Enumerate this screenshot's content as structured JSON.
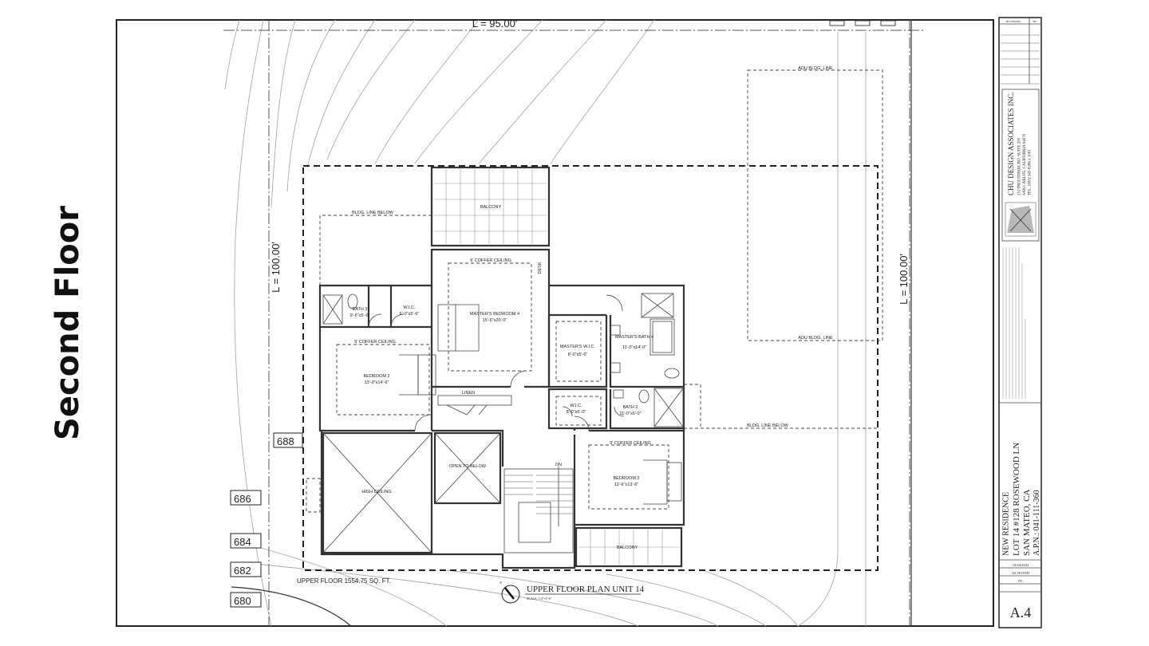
{
  "slide_title": "Second Floor",
  "plan": {
    "top_length": "L = 95.00'",
    "left_length": "L = 100.00'",
    "right_length": "L = 100.00'",
    "adu_line_top": "ADU BLDG. LINE",
    "adu_line_bottom": "ADU BLDG. LINE",
    "bldg_line_below_1": "BLDG. LINE BELOW",
    "bldg_line_below_2": "BLDG. LINE BELOW",
    "grades": [
      "688",
      "686",
      "684",
      "682",
      "680"
    ],
    "area_note": "UPPER FLOOR 1554.75 SQ. FT.",
    "title": "UPPER FLOOR PLAN UNIT 14",
    "scale": "SCALE: 1/4\"=1'-0\"",
    "north": "N",
    "rooms": {
      "balcony_top": "BALCONY",
      "coffer_master": "9' COFFER CEILING",
      "desk": "DESK",
      "master_bedroom": "MASTER'S BEDROOM 4",
      "master_bedroom_dim": "15'-6\"x20'-0\"",
      "bath3": "BATH 3",
      "bath3_dim": "9'-6\"x5'-6\"",
      "wic3": "W.I.C.",
      "wic3_dim": "6'-0\"x5'-6\"",
      "coffer_bed3": "9' COFFER CEILING",
      "bedroom3": "BEDROOM 3",
      "bedroom3_dim": "13'-0\"x14'-6\"",
      "linen": "LINEN",
      "master_wic": "MASTER'S W.I.C.",
      "master_wic_dim": "8'-0\"x5'-6\"",
      "master_bath": "MASTER'S BATH 4",
      "master_bath_dim": "11'-0\"x14'-0\"",
      "wic2": "W.I.C.",
      "wic2_dim": "8'-0\"x6'-0\"",
      "bath2": "BATH 2",
      "bath2_dim": "11'-0\"x6'-0\"",
      "coffer_bed2": "9' COFFER CEILING",
      "bedroom2": "BEDROOM 2",
      "bedroom2_dim": "13'-6\"x13'-6\"",
      "high_ceiling": "HIGH CEILING",
      "open_below": "OPEN TO BELOW",
      "dn": "DN",
      "balcony_bottom": "BALCONY"
    }
  },
  "title_block": {
    "revisions_header": "REVISIONS",
    "by_header": "BY",
    "company": "CHU DESIGN ASSOCIATES INC.",
    "address1": "210 INDUSTRIAL RD. SUITE 205",
    "address2": "SAN CARLOS, CALIFORNIA 94070",
    "phone": "TEL. (650) 345-9286 x 1001",
    "project_type": "NEW RESIDENCE",
    "project_address": "LOT 14 #128 ROSEWOOD LN",
    "city": "SAN MATEO, CA",
    "apn": "A.P.N.: 041-111-360",
    "date": "10/24/2024",
    "scale": "AS NOTED",
    "drawn": "PU",
    "sheet": "A.4"
  }
}
